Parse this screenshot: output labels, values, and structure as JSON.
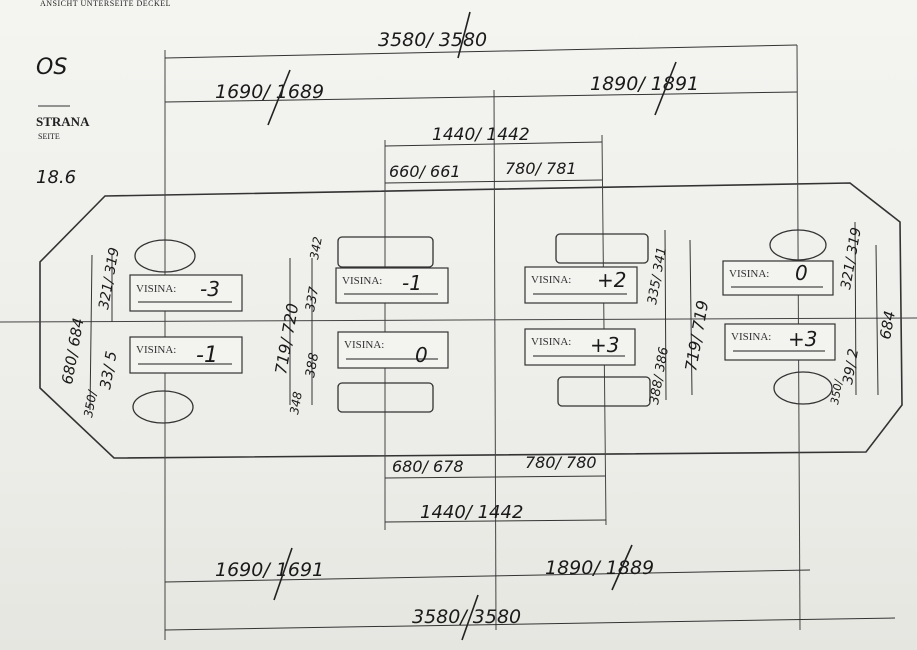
{
  "header": {
    "print_caption": "ANSICHT UNTERSEITE DECKEL",
    "side_code": "OS",
    "side_label": "STRANA",
    "side_sublabel": "SEITE",
    "sheet_ref": "18.6"
  },
  "dimensions": {
    "top_overall": "3580/ 3580",
    "top_left_half": "1690/ 1689",
    "top_right_half": "1890/ 1891",
    "top_inner": "1440/ 1442",
    "top_inner_left": "660/ 661",
    "top_inner_right": "780/ 781",
    "bottom_inner_left": "680/ 678",
    "bottom_inner_right": "780/ 780",
    "bottom_inner": "1440/ 1442",
    "bottom_left_half": "1690/ 1691",
    "bottom_right_half": "1890/ 1889",
    "bottom_overall": "3580/ 3580",
    "left_vertical_total": "680/ 684",
    "left_upper": "321/ 319",
    "left_lower": "33/ 5",
    "left_tiny": "350/",
    "col2_total": "719/ 720",
    "col2_top": "342",
    "col2_upper": "337",
    "col2_lower": "388",
    "col2_small": "348",
    "col3_upper": "335/ 341",
    "col3_total": "719/ 719",
    "col3_lower": "388/ 386",
    "right_upper": "321/ 319",
    "right_total": "684",
    "right_lower": "39/ 2",
    "right_tiny": "350/"
  },
  "visina": {
    "label": "VISINA:",
    "values": {
      "a": "-3",
      "b": "-1",
      "c": "+2",
      "d": "0",
      "e": "-1",
      "f": "0",
      "g": "+3",
      "h": "+3"
    }
  }
}
